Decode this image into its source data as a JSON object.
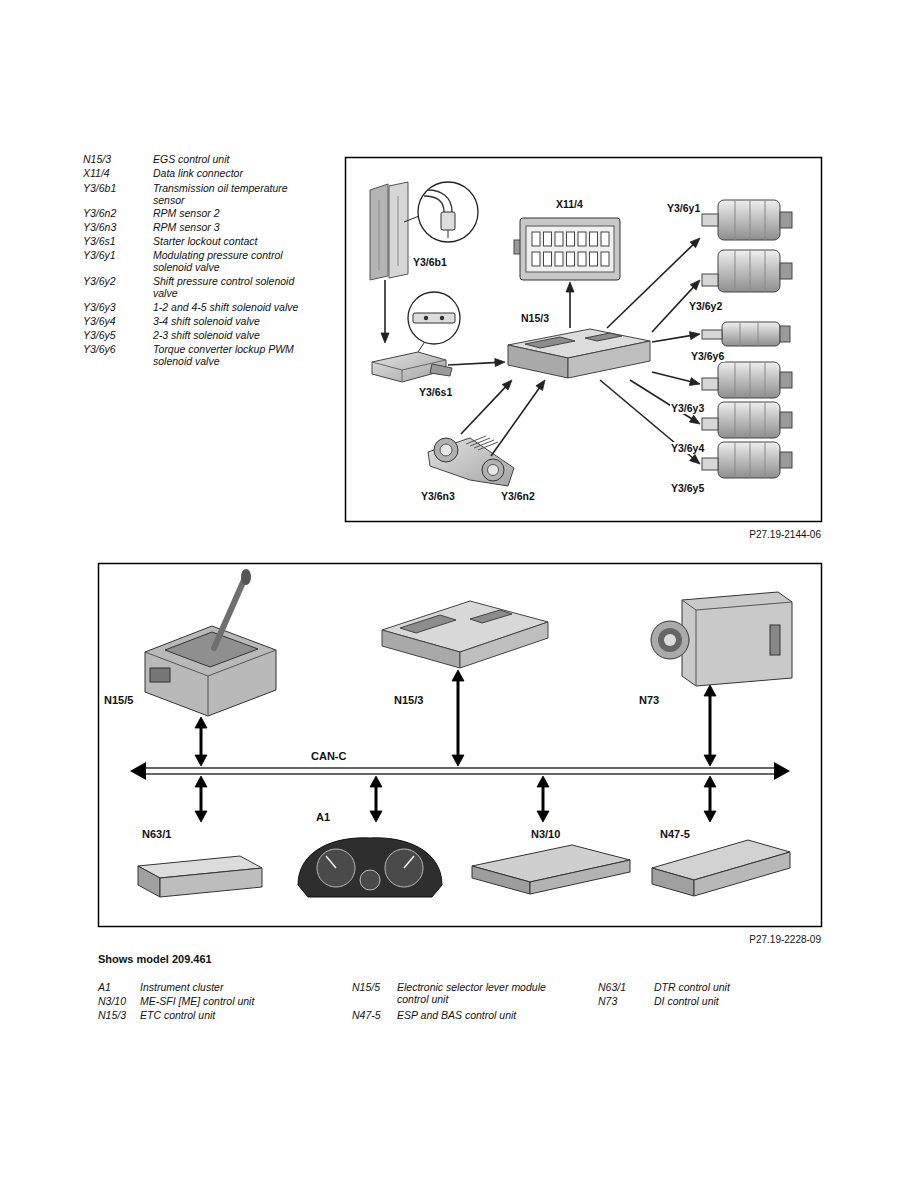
{
  "diagram": {
    "caption": "Shows model 209.461",
    "nodes": [
      {
        "text": [
          "Y3/6b1"
        ]
      },
      {
        "text": [
          "X11/4"
        ]
      },
      {
        "text": [
          "Y3/6y1"
        ]
      },
      {
        "text": [
          "Y3/6y2"
        ]
      },
      {
        "text": [
          "N15/3"
        ]
      },
      {
        "text": [
          "Y3/6y6"
        ]
      },
      {
        "text": [
          "Y3/6s1"
        ]
      },
      {
        "text": [
          "Y3/6y3"
        ]
      },
      {
        "text": [
          "Y3/6y4"
        ]
      },
      {
        "text": [
          "Y3/6y5"
        ]
      },
      {
        "text": [
          "Y3/6n3"
        ]
      },
      {
        "text": [
          "Y3/6n2"
        ]
      },
      {
        "text": [
          "N15/5"
        ]
      },
      {
        "text": [
          "N15/3"
        ]
      },
      {
        "text": [
          "N73"
        ]
      },
      {
        "text": [
          "CAN-C"
        ]
      },
      {
        "text": [
          "N63/1"
        ]
      },
      {
        "text": [
          "A1"
        ]
      },
      {
        "text": [
          "N3/10"
        ]
      },
      {
        "text": [
          "N47-5"
        ]
      }
    ],
    "edges": [
      {
        "from": 0,
        "to": 6,
        "arrow": "to"
      },
      {
        "from": 6,
        "to": 4,
        "arrow": "to"
      },
      {
        "from": 10,
        "to": 4,
        "arrow": "to"
      },
      {
        "from": 11,
        "to": 4,
        "arrow": "to"
      },
      {
        "from": 4,
        "to": 1,
        "arrow": "to"
      },
      {
        "from": 4,
        "to": 2,
        "arrow": "to"
      },
      {
        "from": 4,
        "to": 3,
        "arrow": "to"
      },
      {
        "from": 4,
        "to": 5,
        "arrow": "to"
      },
      {
        "from": 4,
        "to": 7,
        "arrow": "to"
      },
      {
        "from": 4,
        "to": 8,
        "arrow": "to"
      },
      {
        "from": 4,
        "to": 9,
        "arrow": "to"
      },
      {
        "from": 12,
        "to": 15,
        "arrow": "both"
      },
      {
        "from": 13,
        "to": 15,
        "arrow": "both"
      },
      {
        "from": 14,
        "to": 15,
        "arrow": "both"
      },
      {
        "from": 15,
        "to": 16,
        "arrow": "both"
      },
      {
        "from": 15,
        "to": 17,
        "arrow": "both"
      },
      {
        "from": 15,
        "to": 18,
        "arrow": "both"
      },
      {
        "from": 15,
        "to": 19,
        "arrow": "both"
      }
    ],
    "labels": [
      "N15/3",
      "EGS control unit",
      "X11/4",
      "Data link connector",
      "Y3/6b1",
      "Transmission oil temperature sensor",
      "Y3/6n2",
      "RPM sensor 2",
      "Y3/6n3",
      "RPM sensor 3",
      "Y3/6s1",
      "Starter lockout contact",
      "Y3/6y1",
      "Modulating pressure control solenoid valve",
      "Y3/6y2",
      "Shift pressure control solenoid valve",
      "Y3/6y3",
      "1-2 and 4-5 shift solenoid valve",
      "Y3/6y4",
      "3-4 shift solenoid valve",
      "Y3/6y5",
      "2-3 shift solenoid valve",
      "Y3/6y6",
      "Torque converter lockup PWM solenoid valve",
      "P27.19-2144-06",
      "P27.19-2228-09",
      "A1",
      "Instrument cluster",
      "N3/10",
      "ME-SFI [ME] control unit",
      "N15/3",
      "ETC control unit",
      "N15/5",
      "Electronic selector lever module control unit",
      "N47-5",
      "ESP and BAS control unit",
      "N63/1",
      "DTR control unit",
      "N73",
      "DI control unit"
    ]
  }
}
